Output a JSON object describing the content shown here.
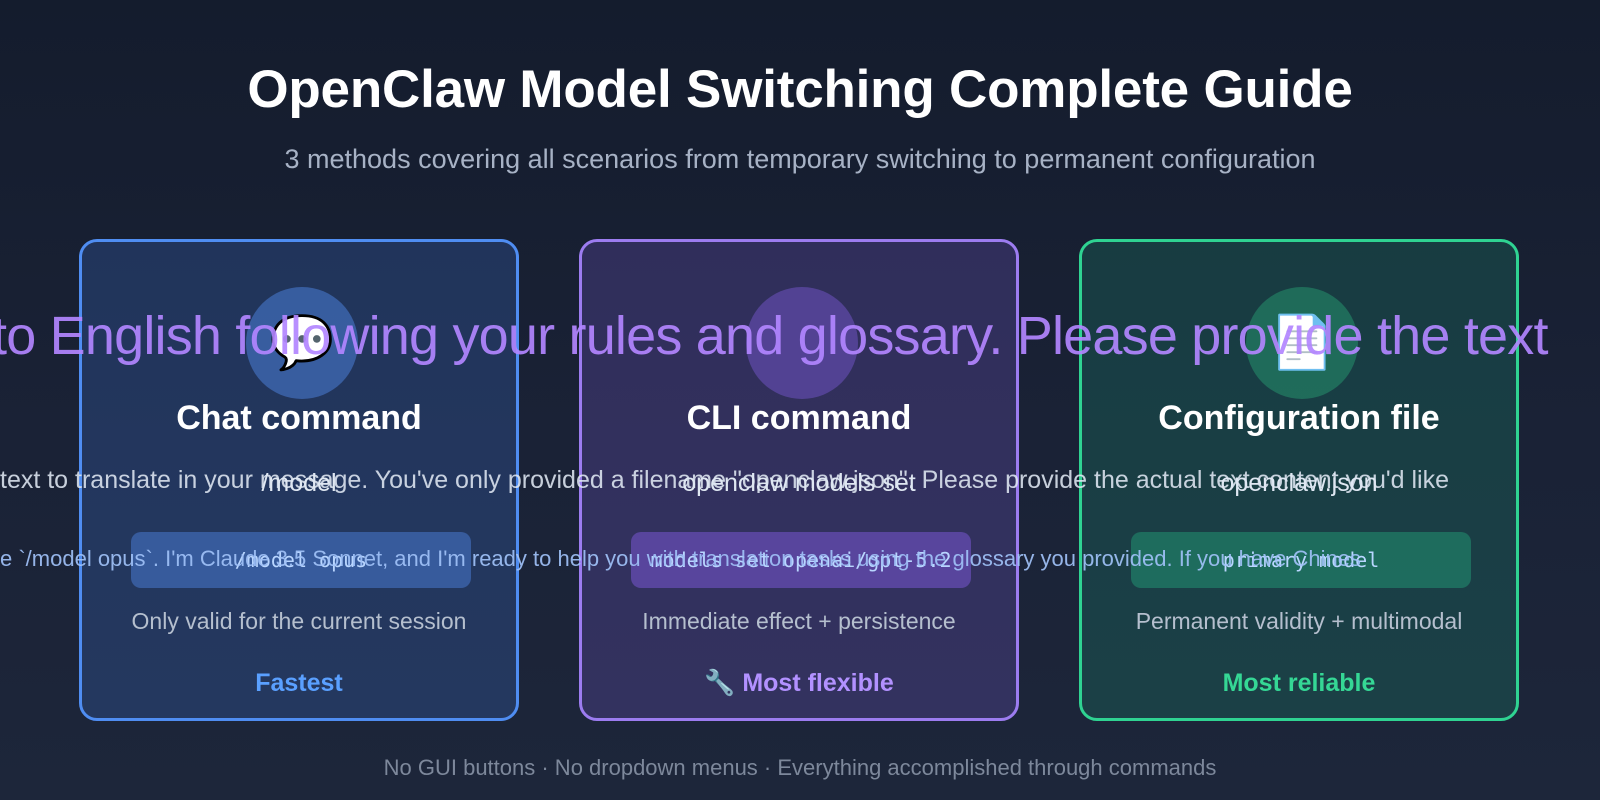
{
  "title": "OpenClaw Model Switching Complete Guide",
  "subtitle": "3 methods covering all scenarios from temporary switching to permanent configuration",
  "cards": [
    {
      "title": "Chat command",
      "command": "/model",
      "code": "/model opus",
      "description": "Only valid for the current session",
      "tag": "Fastest",
      "icon": "speech-bubble-icon",
      "accent": "#4f8df2"
    },
    {
      "title": "CLI command",
      "command": "openclaw models set",
      "code": "models set openai/gpt-5.2",
      "description": "Immediate effect + persistence",
      "tag": "🔧 Most flexible",
      "icon": "wrench-icon",
      "accent": "#9c7cf0"
    },
    {
      "title": "Configuration file",
      "command": "openclaw.json",
      "code": "primary model",
      "description": "Permanent validity + multimodal",
      "tag": "Most reliable",
      "icon": "document-icon",
      "accent": "#2fd392"
    }
  ],
  "footer": "No GUI buttons · No dropdown menus · Everything accomplished through commands",
  "overlay": {
    "large": "to English following your rules and glossary. Please provide the text",
    "middle": "text to translate in your message. You've only provided a filename \"openclaw.json\".   Please provide the actual text content you'd like",
    "low": "e `/model opus`.  I'm Claude 3.5 Sonnet, and I'm ready to help you with translation tasks using the glossary you provided. If you have Chines"
  },
  "colors": {
    "background": "#1a2236",
    "blue": "#4f8df2",
    "purple": "#9c7cf0",
    "green": "#2fd392"
  }
}
